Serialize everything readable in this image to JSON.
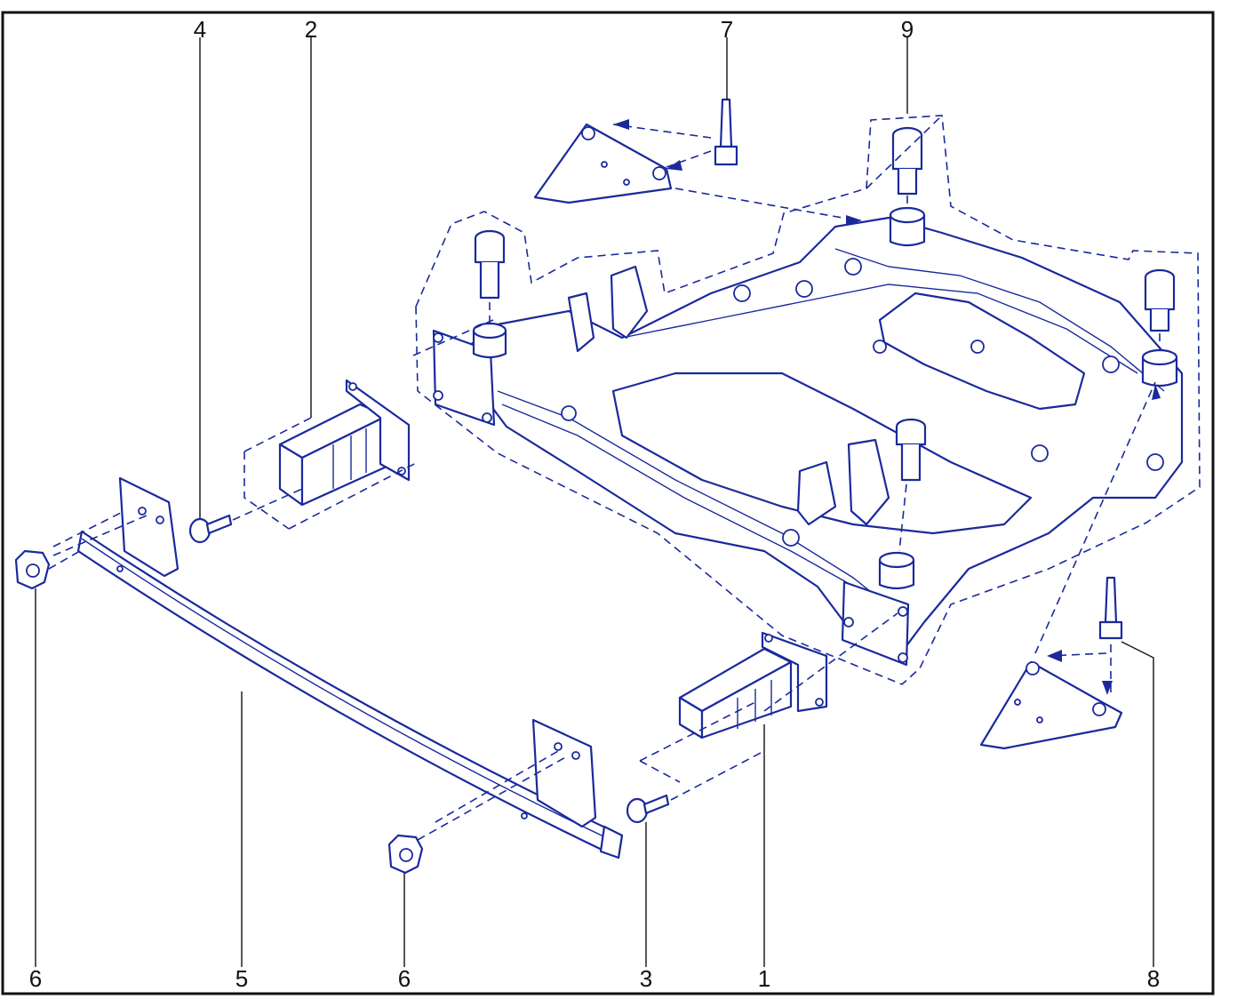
{
  "diagram": {
    "line_color": "#1a2a9c",
    "border_color": "#111111",
    "callouts": [
      {
        "id": "c1",
        "label": "1"
      },
      {
        "id": "c2",
        "label": "2"
      },
      {
        "id": "c3",
        "label": "3"
      },
      {
        "id": "c4",
        "label": "4"
      },
      {
        "id": "c5",
        "label": "5"
      },
      {
        "id": "c6a",
        "label": "6"
      },
      {
        "id": "c6b",
        "label": "6"
      },
      {
        "id": "c7",
        "label": "7"
      },
      {
        "id": "c8",
        "label": "8"
      },
      {
        "id": "c9",
        "label": "9"
      }
    ]
  }
}
